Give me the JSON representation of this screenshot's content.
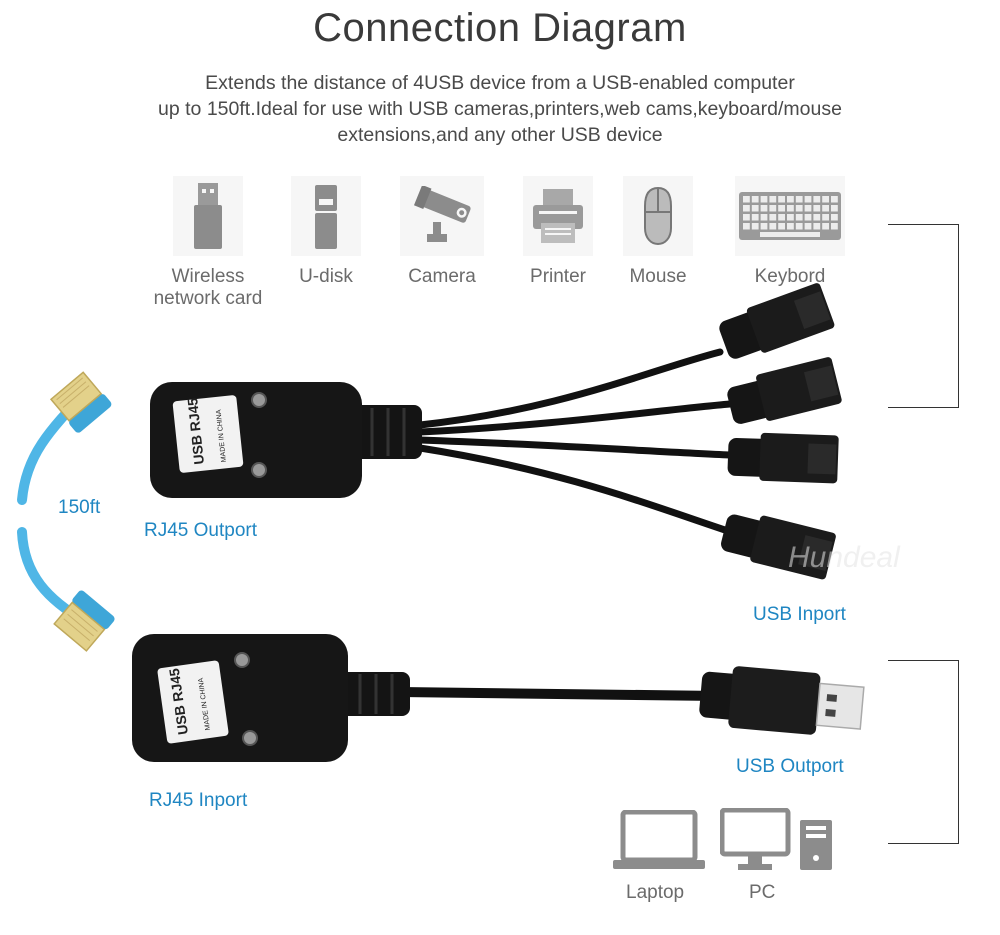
{
  "title": "Connection Diagram",
  "subtitle": {
    "line1": "Extends the distance of 4USB device from a USB-enabled computer",
    "line2": "up to 150ft.Ideal for use with USB cameras,printers,web cams,keyboard/mouse",
    "line3": "extensions,and any other USB device"
  },
  "devices": [
    {
      "label": "Wireless",
      "label2": "network card",
      "icon": "usb-dongle-icon"
    },
    {
      "label": "U-disk",
      "icon": "usb-flash-drive-icon"
    },
    {
      "label": "Camera",
      "icon": "security-camera-icon"
    },
    {
      "label": "Printer",
      "icon": "printer-icon"
    },
    {
      "label": "Mouse",
      "icon": "mouse-icon"
    },
    {
      "label": "Keybord",
      "icon": "keyboard-icon"
    }
  ],
  "cable_length": "150ft",
  "labels": {
    "rj45_outport": "RJ45 Outport",
    "usb_inport": "USB Inport",
    "usb_outport": "USB Outport",
    "rj45_inport": "RJ45 Inport"
  },
  "adapter_text": {
    "model": "USB RJ45",
    "origin": "MADE IN CHINA"
  },
  "computers": [
    {
      "label": "Laptop",
      "icon": "laptop-icon"
    },
    {
      "label": "PC",
      "icon": "desktop-pc-icon"
    }
  ],
  "watermark": "Hundeal",
  "colors": {
    "title": "#3a3a3a",
    "blue_label": "#1f86c2",
    "icon_gray": "#8c8c8c",
    "cable_blue": "#4fb6e6",
    "device_black": "#161616"
  }
}
